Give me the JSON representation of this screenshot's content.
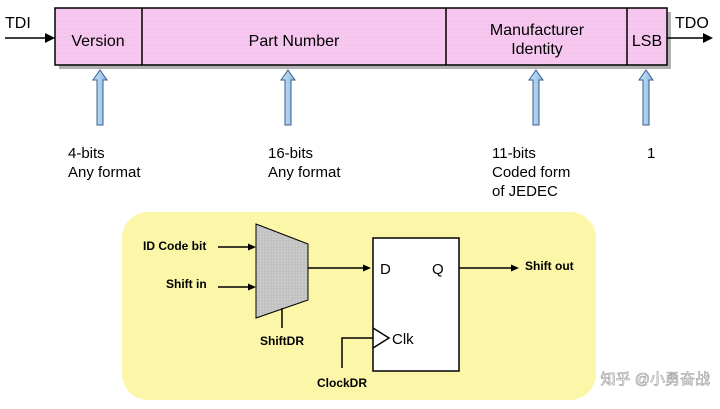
{
  "register": {
    "tdi_label": "TDI",
    "tdo_label": "TDO",
    "segments": [
      {
        "label": "Version"
      },
      {
        "label": "Part Number"
      },
      {
        "label_lines": [
          "Manufacturer",
          "Identity"
        ]
      },
      {
        "label": "LSB"
      }
    ],
    "descriptions": [
      {
        "lines": [
          "4-bits",
          "Any format"
        ]
      },
      {
        "lines": [
          "16-bits",
          "Any format"
        ]
      },
      {
        "lines": [
          "11-bits",
          "Coded form",
          "of JEDEC"
        ]
      },
      {
        "lines": [
          "1"
        ]
      }
    ],
    "colors": {
      "field_fill": "#f6c8f0",
      "field_border": "#000000",
      "arrow_fill": "#a9d1f2",
      "arrow_stroke": "#3a5d8a"
    }
  },
  "cell": {
    "inputs": {
      "id_code": "ID Code bit",
      "shift_in": "Shift in"
    },
    "mux_select": "ShiftDR",
    "clock": "ClockDR",
    "flipflop": {
      "d": "D",
      "q": "Q",
      "clk": "Clk"
    },
    "output": "Shift out",
    "colors": {
      "panel_fill": "#fbf6a8",
      "mux_fill": "#c9c9c9"
    }
  },
  "watermark": "知乎 @小勇奋战"
}
